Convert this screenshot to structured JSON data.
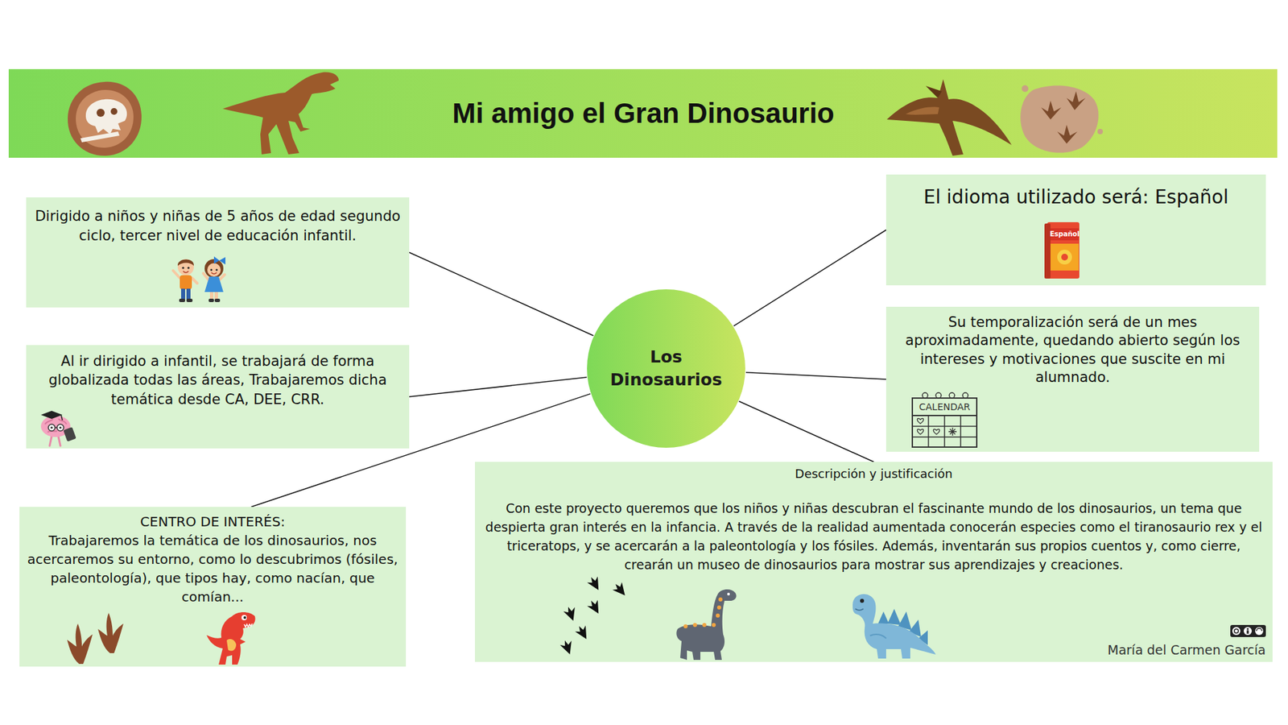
{
  "diagram": {
    "title": "Mi amigo el Gran Dinosaurio",
    "nodes": [
      {
        "text": [
          "Dirigido a niños y niñas de 5 años de edad segundo ciclo, tercer nivel de educación infantil."
        ]
      },
      {
        "text": [
          "El idioma utilizado será: Español"
        ]
      },
      {
        "text": [
          "Al ir dirigido a infantil, se trabajará de forma globalizada todas las áreas, Trabajaremos dicha temática desde CA, DEE, CRR."
        ]
      },
      {
        "text": [
          "Los Dinosaurios"
        ]
      },
      {
        "text": [
          "Su temporalización será de un mes aproximadamente, quedando abierto según los intereses y motivaciones que suscite en mi alumnado."
        ]
      },
      {
        "text": [
          "CENTRO DE INTERÉS:",
          "Trabajaremos la temática de los dinosaurios, nos acercaremos su entorno, como lo descubrimos (fósiles, paleontología), que tipos hay, como nacían, que comían..."
        ]
      },
      {
        "text": [
          "Descripción y justificación",
          "Con este proyecto queremos que los niños y niñas descubran el fascinante mundo de los dinosaurios, un tema que despierta gran interés en la infancia. A través de la realidad aumentada conocerán especies como el tiranosaurio rex y el triceratops, y se acercarán a la paleontología y los fósiles. Además, inventarán sus propios cuentos y, como cierre, crearán un museo de dinosaurios para mostrar sus aprendizajes y creaciones."
        ]
      }
    ],
    "edges": [
      {
        "from": 3,
        "to": 0,
        "arrow": "none"
      },
      {
        "from": 3,
        "to": 1,
        "arrow": "none"
      },
      {
        "from": 3,
        "to": 2,
        "arrow": "none"
      },
      {
        "from": 3,
        "to": 4,
        "arrow": "none"
      },
      {
        "from": 3,
        "to": 5,
        "arrow": "none"
      },
      {
        "from": 3,
        "to": 6,
        "arrow": "none"
      }
    ],
    "labels": [
      "Español",
      "CALENDAR",
      "María del Carmen García"
    ]
  }
}
